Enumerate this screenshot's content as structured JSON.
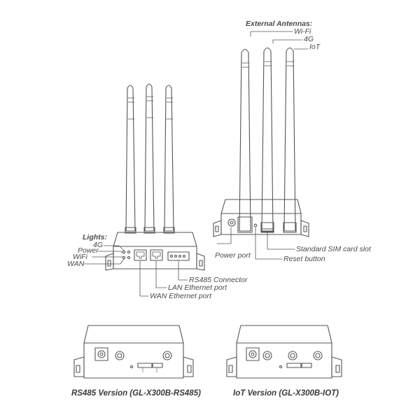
{
  "top_left": {
    "lights_heading": "Lights:",
    "lights": [
      "4G",
      "Power",
      "WiFi",
      "WAN"
    ],
    "callouts": [
      "RS485 Connector",
      "LAN Ethernet port",
      "WAN Ethernet port"
    ]
  },
  "top_right": {
    "antennas_heading": "External Antennas:",
    "antennas": [
      "Wi-Fi",
      "4G",
      "IoT"
    ],
    "callouts": [
      "Power port",
      "Standard SIM card slot",
      "Reset button"
    ]
  },
  "captions": {
    "left": "RS485 Version (GL-X300B-RS485)",
    "right": "IoT Version (GL-X300B-IOT)"
  },
  "line_color": "#555555"
}
